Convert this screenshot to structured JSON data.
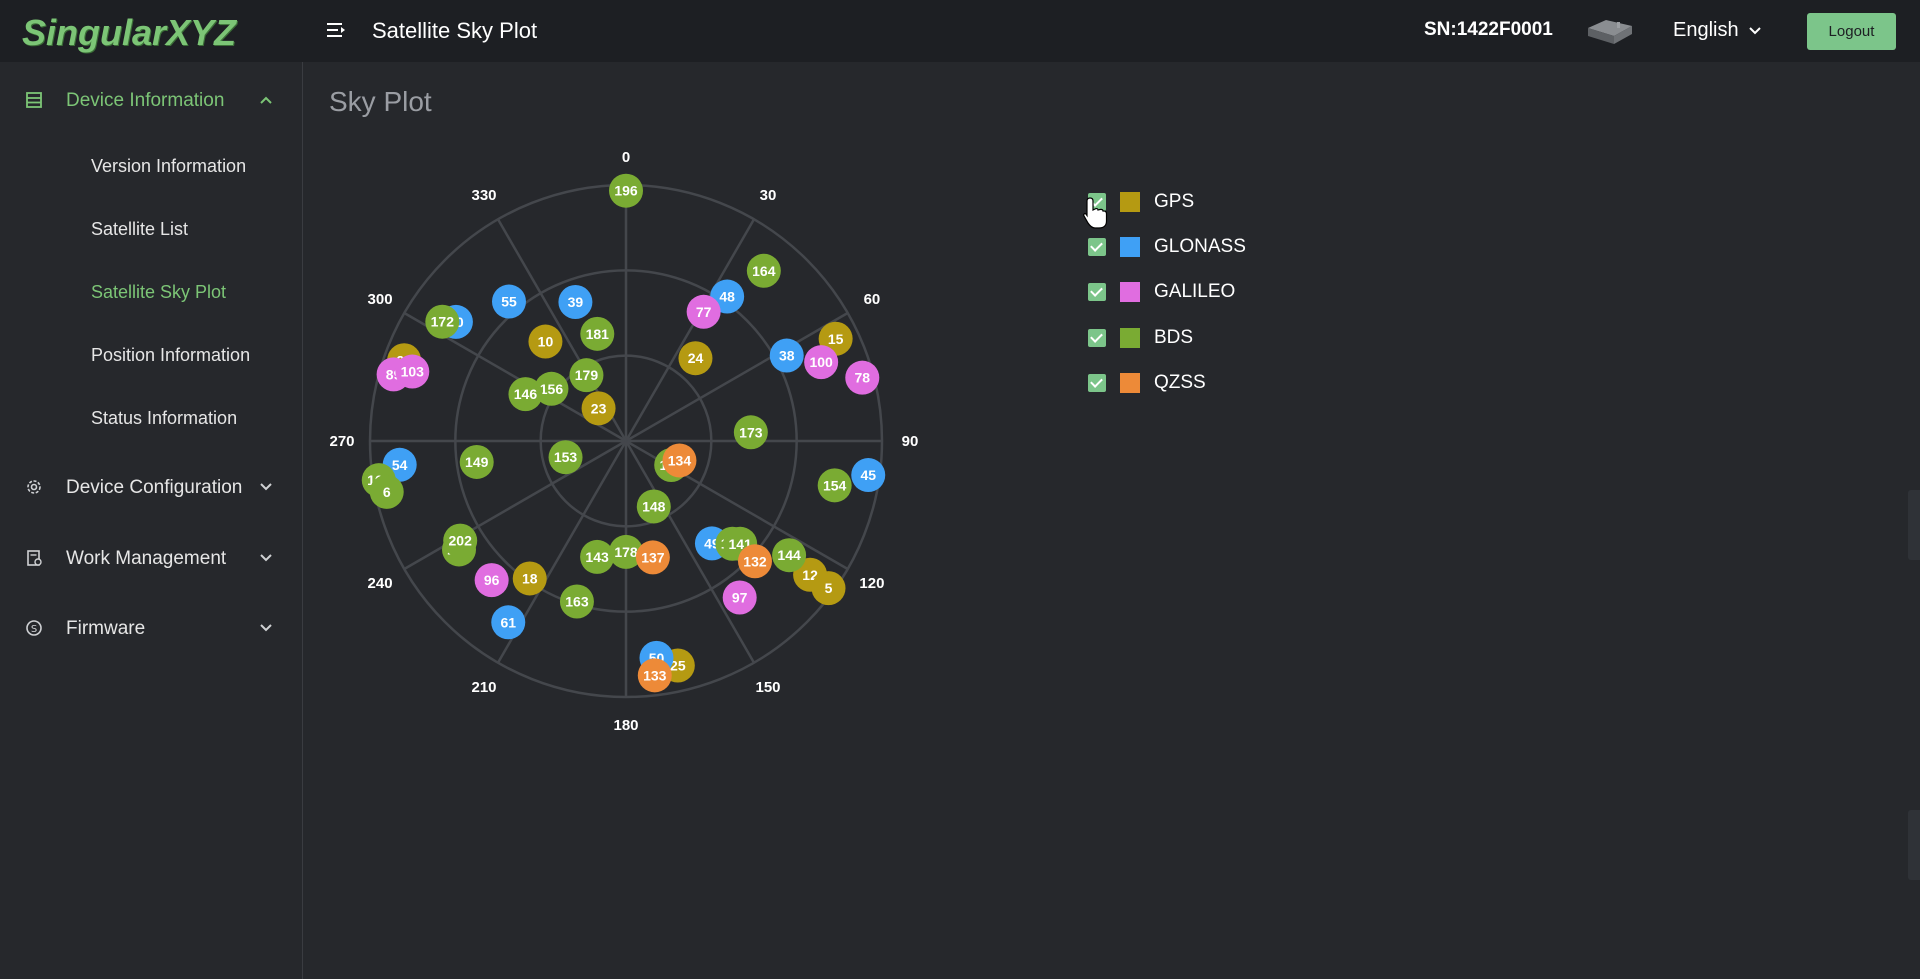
{
  "header": {
    "logo": "SingularXYZ",
    "title": "Satellite Sky Plot",
    "serial": "SN:1422F0001",
    "language": "English",
    "logout_label": "Logout"
  },
  "sidebar": {
    "groups": [
      {
        "label": "Device Information",
        "expanded": true
      },
      {
        "label": "Device Configuration"
      },
      {
        "label": "Work Management"
      },
      {
        "label": "Firmware"
      }
    ],
    "device_info_items": [
      {
        "label": "Version Information"
      },
      {
        "label": "Satellite List"
      },
      {
        "label": "Satellite Sky Plot",
        "active": true
      },
      {
        "label": "Position Information"
      },
      {
        "label": "Status Information"
      }
    ]
  },
  "main": {
    "page_title": "Sky Plot"
  },
  "colors": {
    "accent": "#7cc576",
    "GPS": "#b59a12",
    "GLONASS": "#3fa0f5",
    "GALILEO": "#e06de0",
    "BDS": "#7aab33",
    "QZSS": "#ed8a38"
  },
  "legend": [
    {
      "name": "GPS",
      "checked": true
    },
    {
      "name": "GLONASS",
      "checked": true
    },
    {
      "name": "GALILEO",
      "checked": true
    },
    {
      "name": "BDS",
      "checked": true
    },
    {
      "name": "QZSS",
      "checked": true
    }
  ],
  "chart_data": {
    "type": "scatter",
    "projection": "polar-sky",
    "azimuth_labels": [
      "0",
      "30",
      "60",
      "90",
      "120",
      "150",
      "180",
      "210",
      "240",
      "270",
      "300",
      "330"
    ],
    "elevation_rings": [
      0,
      30,
      60,
      90
    ],
    "series": [
      {
        "name": "GPS",
        "points": [
          {
            "prn": "10",
            "az": 321,
            "el": 45
          },
          {
            "prn": "23",
            "az": 320,
            "el": 75
          },
          {
            "prn": "24",
            "az": 40,
            "el": 52
          },
          {
            "prn": "15",
            "az": 64,
            "el": 8
          },
          {
            "prn": "12",
            "az": 126,
            "el": 10
          },
          {
            "prn": "5",
            "az": 126,
            "el": 2
          },
          {
            "prn": "18",
            "az": 215,
            "el": 31
          },
          {
            "prn": "25",
            "az": 167,
            "el": 9
          },
          {
            "prn": "22",
            "az": 290,
            "el": 7
          }
        ]
      },
      {
        "name": "GLONASS",
        "points": [
          {
            "prn": "55",
            "az": 320,
            "el": 26
          },
          {
            "prn": "39",
            "az": 340,
            "el": 38
          },
          {
            "prn": "40",
            "az": 305,
            "el": 17
          },
          {
            "prn": "48",
            "az": 35,
            "el": 28
          },
          {
            "prn": "38",
            "az": 62,
            "el": 26
          },
          {
            "prn": "54",
            "az": 264,
            "el": 10
          },
          {
            "prn": "45",
            "az": 98,
            "el": 4
          },
          {
            "prn": "49",
            "az": 140,
            "el": 43
          },
          {
            "prn": "61",
            "az": 213,
            "el": 14
          },
          {
            "prn": "50",
            "az": 172,
            "el": 13
          }
        ]
      },
      {
        "name": "GALILEO",
        "points": [
          {
            "prn": "77",
            "az": 31,
            "el": 37
          },
          {
            "prn": "100",
            "az": 68,
            "el": 16
          },
          {
            "prn": "78",
            "az": 75,
            "el": 4
          },
          {
            "prn": "89",
            "az": 286,
            "el": 5
          },
          {
            "prn": "103",
            "az": 288,
            "el": 11
          },
          {
            "prn": "96",
            "az": 224,
            "el": 22
          },
          {
            "prn": "97",
            "az": 144,
            "el": 22
          }
        ]
      },
      {
        "name": "BDS",
        "points": [
          {
            "prn": "196",
            "az": 0,
            "el": 2
          },
          {
            "prn": "164",
            "az": 39,
            "el": 13
          },
          {
            "prn": "181",
            "az": 345,
            "el": 51
          },
          {
            "prn": "179",
            "az": 329,
            "el": 63
          },
          {
            "prn": "156",
            "az": 305,
            "el": 58
          },
          {
            "prn": "146",
            "az": 295,
            "el": 51
          },
          {
            "prn": "173",
            "az": 86,
            "el": 46
          },
          {
            "prn": "149",
            "az": 262,
            "el": 37
          },
          {
            "prn": "153",
            "az": 255,
            "el": 68
          },
          {
            "prn": "165",
            "az": 118,
            "el": 72
          },
          {
            "prn": "167",
            "az": 261,
            "el": 2
          },
          {
            "prn": "6",
            "az": 258,
            "el": 4
          },
          {
            "prn": "154",
            "az": 102,
            "el": 15
          },
          {
            "prn": "148",
            "az": 157,
            "el": 65
          },
          {
            "prn": "144",
            "az": 125,
            "el": 20
          },
          {
            "prn": "200",
            "az": 237,
            "el": 20
          },
          {
            "prn": "202",
            "az": 239,
            "el": 22
          },
          {
            "prn": "143",
            "az": 194,
            "el": 48
          },
          {
            "prn": "178",
            "az": 180,
            "el": 51
          },
          {
            "prn": "199",
            "az": 134,
            "el": 38
          },
          {
            "prn": "141",
            "az": 132,
            "el": 36
          },
          {
            "prn": "163",
            "az": 197,
            "el": 31
          },
          {
            "prn": "172",
            "az": 303,
            "el": 13
          }
        ]
      },
      {
        "name": "QZSS",
        "points": [
          {
            "prn": "134",
            "az": 110,
            "el": 70
          },
          {
            "prn": "137",
            "az": 167,
            "el": 48
          },
          {
            "prn": "132",
            "az": 133,
            "el": 28
          },
          {
            "prn": "133",
            "az": 173,
            "el": 7
          }
        ]
      }
    ]
  }
}
